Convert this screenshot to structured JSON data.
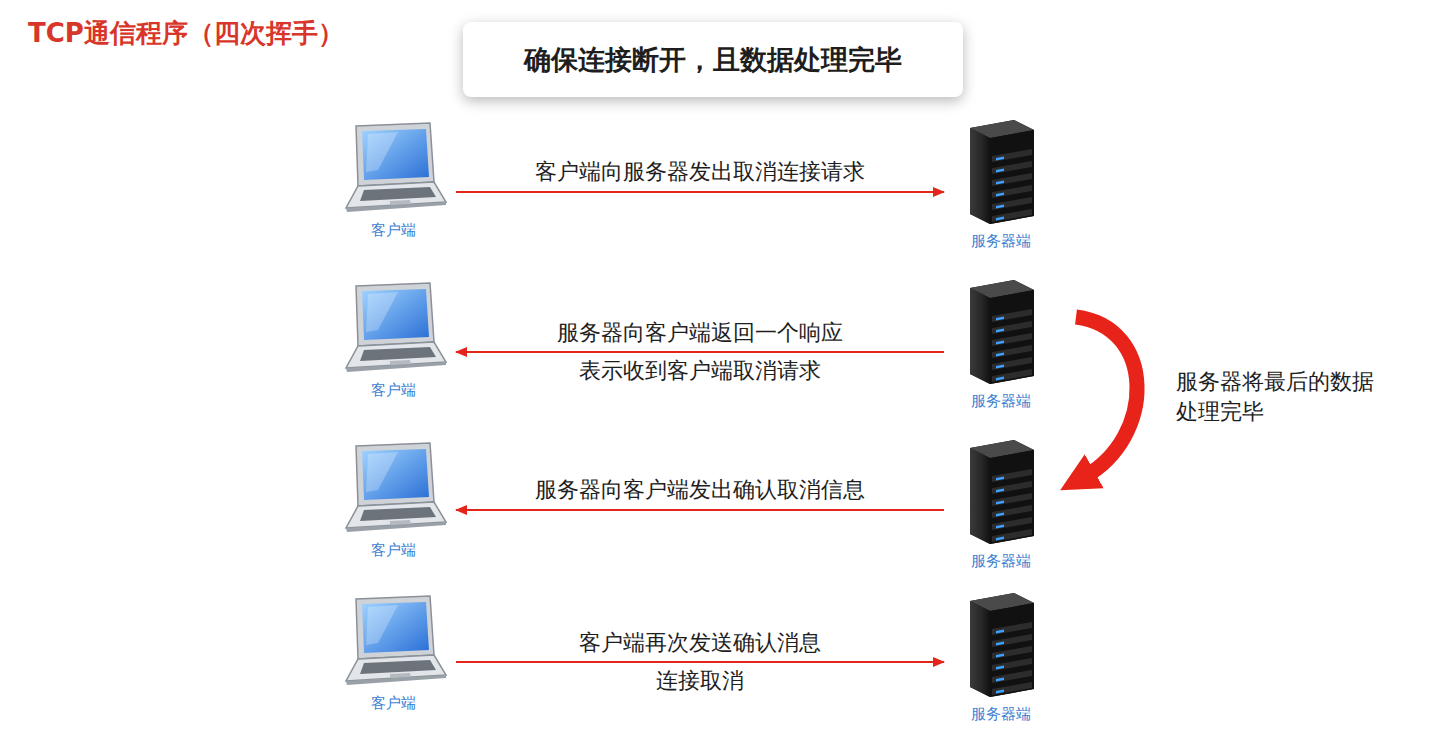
{
  "diagram": {
    "title": "TCP通信程序（四次挥手）",
    "nodes": [
      {
        "text": [
          "确保连接断开，且数据处理完毕"
        ]
      },
      {
        "text": [
          "客户端"
        ]
      },
      {
        "text": [
          "服务器端"
        ]
      },
      {
        "text": [
          "客户端"
        ]
      },
      {
        "text": [
          "服务器端"
        ]
      },
      {
        "text": [
          "客户端"
        ]
      },
      {
        "text": [
          "服务器端"
        ]
      },
      {
        "text": [
          "客户端"
        ]
      },
      {
        "text": [
          "服务器端"
        ]
      }
    ],
    "edges": [
      {
        "from": 1,
        "to": 2,
        "label": "客户端向服务器发出取消连接请求",
        "arrow": "to"
      },
      {
        "from": 4,
        "to": 3,
        "label": "服务器向客户端返回一个响应 表示收到客户端取消请求",
        "arrow": "to"
      },
      {
        "from": 4,
        "to": 6,
        "label": "服务器将最后的数据处理完毕",
        "arrow": "to"
      },
      {
        "from": 6,
        "to": 5,
        "label": "服务器向客户端发出确认取消信息",
        "arrow": "to"
      },
      {
        "from": 7,
        "to": 8,
        "label": "客户端再次发送确认消息 连接取消",
        "arrow": "to"
      }
    ]
  }
}
